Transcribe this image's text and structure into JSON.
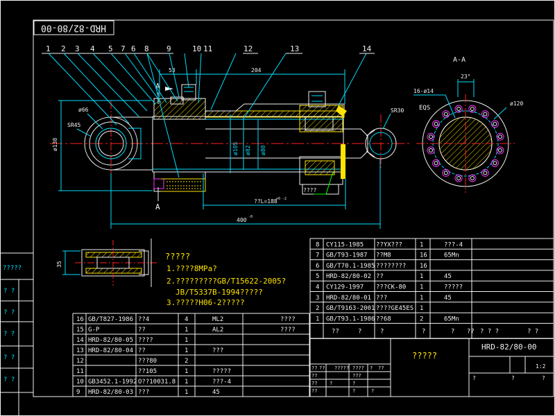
{
  "drawing_id": "HRD-82/80-00",
  "section_label": "A-A",
  "section_marks": [
    "A",
    "A"
  ],
  "balloons": [
    "1",
    "2",
    "3",
    "4",
    "5",
    "7",
    "6",
    "8",
    "9",
    "10",
    "11",
    "12",
    "13",
    "14"
  ],
  "dims": {
    "d53": "53",
    "d204": "204",
    "d66": "ø66",
    "sr45": "SR45",
    "d138": "ø138",
    "d105": "ø105",
    "d82": "ø82",
    "d80": "ø80",
    "sr30": "SR30",
    "stroke": "??L=188",
    "stroke_tol": "+0 -2",
    "overall": "400",
    "overall_tol": "-0",
    "note_small": "????",
    "seal_height": "35"
  },
  "flange": {
    "angle": "23°",
    "holes": "16-ø14",
    "eqs": "EQS",
    "pcd": "ø120"
  },
  "tech_notes": {
    "title": "?????",
    "lines": [
      "1.????8MPa?",
      "2.?????????GB/T15622-2005?",
      "JB/T5337B-1994?????",
      "3.?????H06-2?????"
    ]
  },
  "parts_upper": [
    {
      "no": "8",
      "code": "CY115-1985",
      "name": "??YX???",
      "qty": "1",
      "mat": "???-4"
    },
    {
      "no": "7",
      "code": "GB/T93-1987",
      "name": "??M8",
      "qty": "16",
      "mat": "65Mn"
    },
    {
      "no": "6",
      "code": "GB/T70.1-1985",
      "name": "????????",
      "qty": "16",
      "mat": ""
    },
    {
      "no": "5",
      "code": "HRD-82/80-02",
      "name": "??",
      "qty": "1",
      "mat": "45"
    },
    {
      "no": "4",
      "code": "CY129-1997",
      "name": "???CK-80",
      "qty": "1",
      "mat": "?????"
    },
    {
      "no": "3",
      "code": "HRD-82/80-01",
      "name": "???",
      "qty": "1",
      "mat": "45"
    },
    {
      "no": "2",
      "code": "GB/T9163-2001",
      "name": "????GE45ES",
      "qty": "1",
      "mat": ""
    },
    {
      "no": "1",
      "code": "GB/T93.1-1986",
      "name": "??68",
      "qty": "2",
      "mat": "65Mn"
    }
  ],
  "parts_header_row": [
    "??",
    "?",
    "?",
    "?",
    "?",
    "??",
    "? ? ?",
    "? ?"
  ],
  "parts_lower": [
    {
      "no": "16",
      "code": "GB/T827-1986",
      "name": "??4",
      "qty": "4",
      "mat": "ML2",
      "note": "????"
    },
    {
      "no": "15",
      "code": "G-P",
      "name": "??",
      "qty": "1",
      "mat": "AL2",
      "note": "????"
    },
    {
      "no": "14",
      "code": "HRD-82/80-05",
      "name": "????",
      "qty": "1",
      "mat": "",
      "note": ""
    },
    {
      "no": "13",
      "code": "HRD-82/80-04",
      "name": "??",
      "qty": "1",
      "mat": "???",
      "note": ""
    },
    {
      "no": "12",
      "code": "",
      "name": "???80",
      "qty": "2",
      "mat": "",
      "note": ""
    },
    {
      "no": "11",
      "code": "",
      "name": "??105",
      "qty": "1",
      "mat": "?????",
      "note": ""
    },
    {
      "no": "10",
      "code": "GB3452.1-1992",
      "name": "O??10031.8",
      "qty": "1",
      "mat": "???-4",
      "note": ""
    },
    {
      "no": "9",
      "code": "HRD-82/80-03",
      "name": "???",
      "qty": "1",
      "mat": "45",
      "note": ""
    }
  ],
  "title_block": {
    "drawing_no": "HRD-82/80-00",
    "name": "?????",
    "scale": "1:2",
    "marks": [
      "?",
      "?",
      "?",
      "?",
      "?",
      "?"
    ],
    "sign_row": [
      "??",
      "??",
      "?????",
      "????",
      "?",
      "??"
    ],
    "left_col": [
      "??",
      "??",
      "??",
      "??"
    ],
    "left_col2": [
      "?",
      "?",
      "?",
      "?"
    ],
    "small_marks": [
      "???",
      "?",
      "?",
      "?"
    ]
  },
  "side_strip": [
    "?????",
    "? ?",
    "? ?",
    "? ?",
    "?????",
    "? ?",
    "? ?"
  ]
}
